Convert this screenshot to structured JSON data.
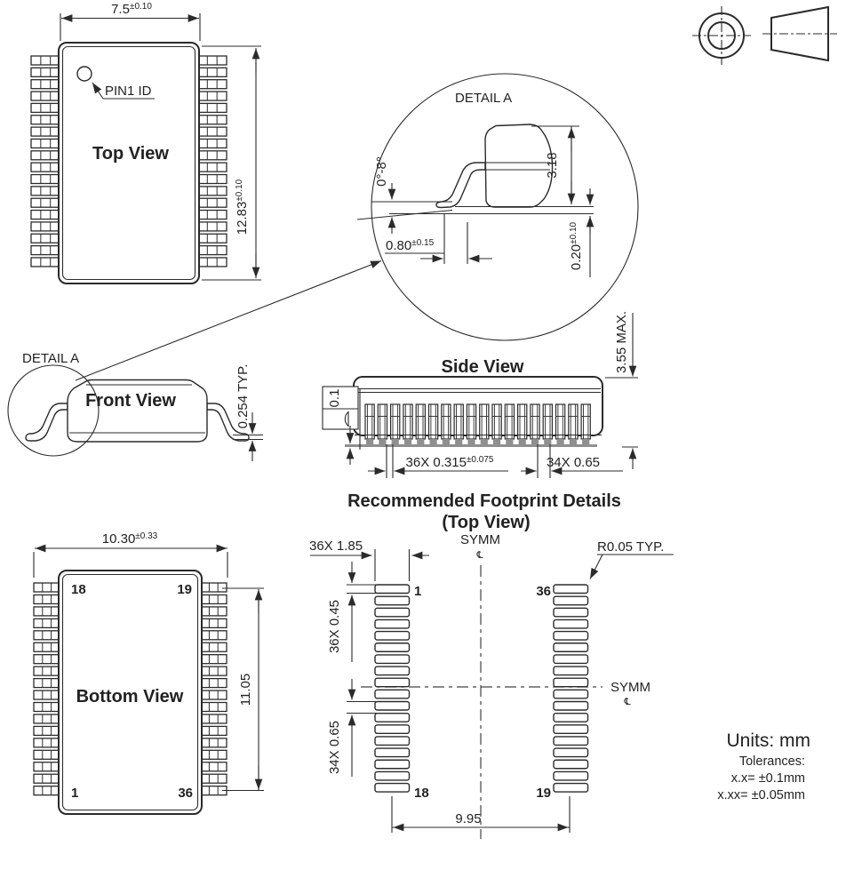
{
  "colors": {
    "line": "#2b2b2b",
    "text": "#222222",
    "seating_plane_gray": "#8f8f8f",
    "background": "#ffffff"
  },
  "package": {
    "pins_per_side": 18,
    "total_pins": 36,
    "side_view_leads": 18
  },
  "views": {
    "top": {
      "title": "Top View",
      "pin1_label": "PIN1 ID",
      "width": {
        "value": "7.5",
        "tol": "±0.10"
      },
      "height": {
        "value": "12.83",
        "tol": "±0.10"
      }
    },
    "detail": {
      "title": "DETAIL A",
      "angle": "0°-8°",
      "lead_height": "3.18",
      "foot": {
        "value": "0.80",
        "tol": "±0.15"
      },
      "standoff": {
        "value": "0.20",
        "tol": "±0.10"
      }
    },
    "front": {
      "title": "Front View",
      "detail_label": "DETAIL A",
      "lead_thickness": "0.254 TYP."
    },
    "side": {
      "title": "Side View",
      "max_height": "3.55 MAX.",
      "flatness": "0.1",
      "lead_width": {
        "value": "36X 0.315",
        "tol": "±0.075"
      },
      "pitch": "34X 0.65"
    },
    "bottom": {
      "title": "Bottom View",
      "width": {
        "value": "10.30",
        "tol": "±0.33"
      },
      "height": "11.05",
      "pins": {
        "top_left": "18",
        "top_right": "19",
        "bottom_left": "1",
        "bottom_right": "36"
      }
    },
    "footprint": {
      "title": "Recommended Footprint Details",
      "subtitle": "(Top View)",
      "pad_width": "36X 1.85",
      "pad_height": "36X 0.45",
      "pad_pitch": "34X 0.65",
      "span": "9.95",
      "corner_radius": "R0.05 TYP.",
      "symm_top": "SYMM",
      "symm_right": "SYMM",
      "centerline_symbol": "℄",
      "pads": {
        "top_left": "1",
        "top_right": "36",
        "bottom_left": "18",
        "bottom_right": "19"
      }
    }
  },
  "notes": {
    "units": "Units: mm",
    "tolerances_title": "Tolerances:",
    "tolerance_1": "x.x= ±0.1mm",
    "tolerance_2": "x.xx= ±0.05mm"
  }
}
